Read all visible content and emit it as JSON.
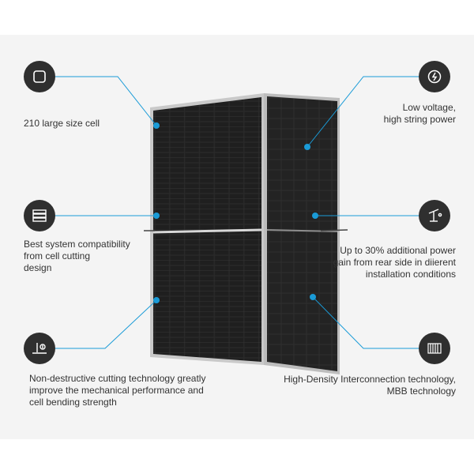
{
  "colors": {
    "accent": "#1a9bd7",
    "icon_bg": "#2f2f2f",
    "panel_bg": "#f4f4f4",
    "text": "#333333",
    "module_frame": "#c9c9c9",
    "module_cells": "#262626"
  },
  "features": [
    {
      "id": "cell-size",
      "icon": "square-cell-icon",
      "lines": [
        "210 large size cell"
      ]
    },
    {
      "id": "compatibility",
      "icon": "stacked-layers-icon",
      "lines": [
        "Best system compatibility",
        "from cell cutting",
        "design"
      ]
    },
    {
      "id": "cutting",
      "icon": "blade-cutting-icon",
      "lines": [
        "Non-destructive cutting technology greatly",
        "improve the mechanical performance and",
        "cell bending strength"
      ]
    },
    {
      "id": "low-voltage",
      "icon": "power-bolt-icon",
      "lines": [
        "Low voltage,",
        "high string power"
      ]
    },
    {
      "id": "bifacial",
      "icon": "tracker-sun-icon",
      "lines": [
        "Up to 30% additional power",
        "gain from rear side in diierent",
        "installation conditions"
      ]
    },
    {
      "id": "interconnection",
      "icon": "busbar-grid-icon",
      "lines": [
        "High-Density Interconnection technology,",
        "MBB technology"
      ]
    }
  ]
}
